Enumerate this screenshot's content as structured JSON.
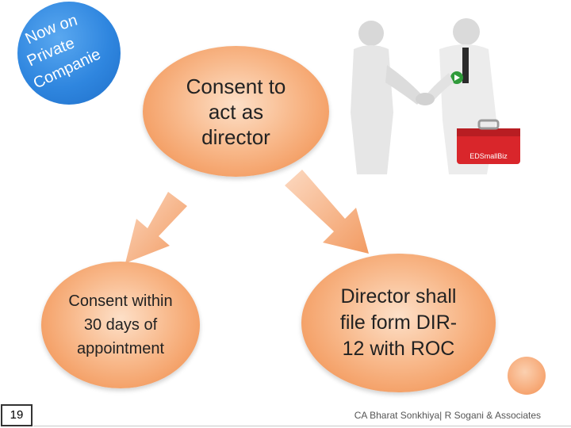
{
  "badge": {
    "lines": [
      "Now on",
      "Private",
      "Companies"
    ],
    "color": "#2f86df"
  },
  "flow": {
    "top": "Consent to\nact as\ndirector",
    "left": "Consent within\n30 days of\nappointment",
    "right": "Director shall\nfile form DIR-\n12 with ROC"
  },
  "image": {
    "icon": "handshake-with-toolbox-icon",
    "logo_text": "EDSmallBiz"
  },
  "slide_number": "19",
  "footer": "CA Bharat Sonkhiya| R Sogani & Associates",
  "colors": {
    "oval_fill": "#f39a5e",
    "arrow_fill": "#f6b088"
  }
}
